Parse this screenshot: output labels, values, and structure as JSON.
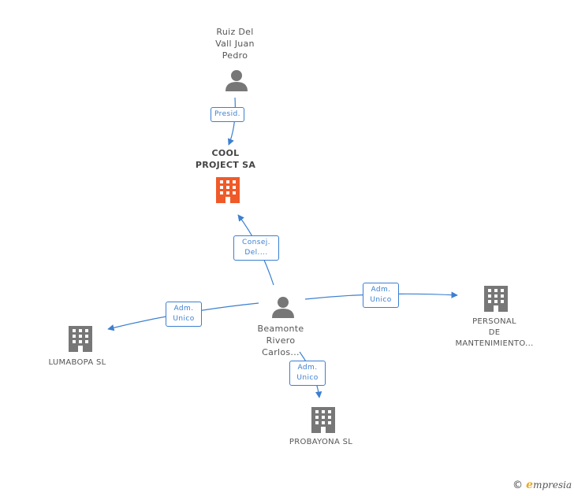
{
  "nodes": {
    "ruiz": {
      "label_lines": [
        "Ruiz Del",
        "Vall Juan",
        "Pedro"
      ],
      "type": "person"
    },
    "cool": {
      "label_lines": [
        "COOL",
        "PROJECT SA"
      ],
      "type": "company-main"
    },
    "beamonte": {
      "label_lines": [
        "Beamonte",
        "Rivero",
        "Carlos..."
      ],
      "type": "person"
    },
    "lumabopa": {
      "label_lines": [
        "LUMABOPA SL"
      ],
      "type": "company"
    },
    "personal": {
      "label_lines": [
        "PERSONAL",
        "DE",
        "MANTENIMIENTO..."
      ],
      "type": "company"
    },
    "probayona": {
      "label_lines": [
        "PROBAYONA SL"
      ],
      "type": "company"
    }
  },
  "edges": {
    "ruiz_cool": {
      "label_lines": [
        "Presid."
      ]
    },
    "beamonte_cool": {
      "label_lines": [
        "Consej.",
        "Del...."
      ]
    },
    "beamonte_lumabopa": {
      "label_lines": [
        "Adm.",
        "Unico"
      ]
    },
    "beamonte_personal": {
      "label_lines": [
        "Adm.",
        "Unico"
      ]
    },
    "beamonte_probayona": {
      "label_lines": [
        "Adm.",
        "Unico"
      ]
    }
  },
  "colors": {
    "edge": "#3b7fd0",
    "icon": "#777777",
    "main_company": "#f05a28"
  },
  "watermark": {
    "copyright": "©",
    "brand_first": "e",
    "brand_rest": "mpresia"
  }
}
